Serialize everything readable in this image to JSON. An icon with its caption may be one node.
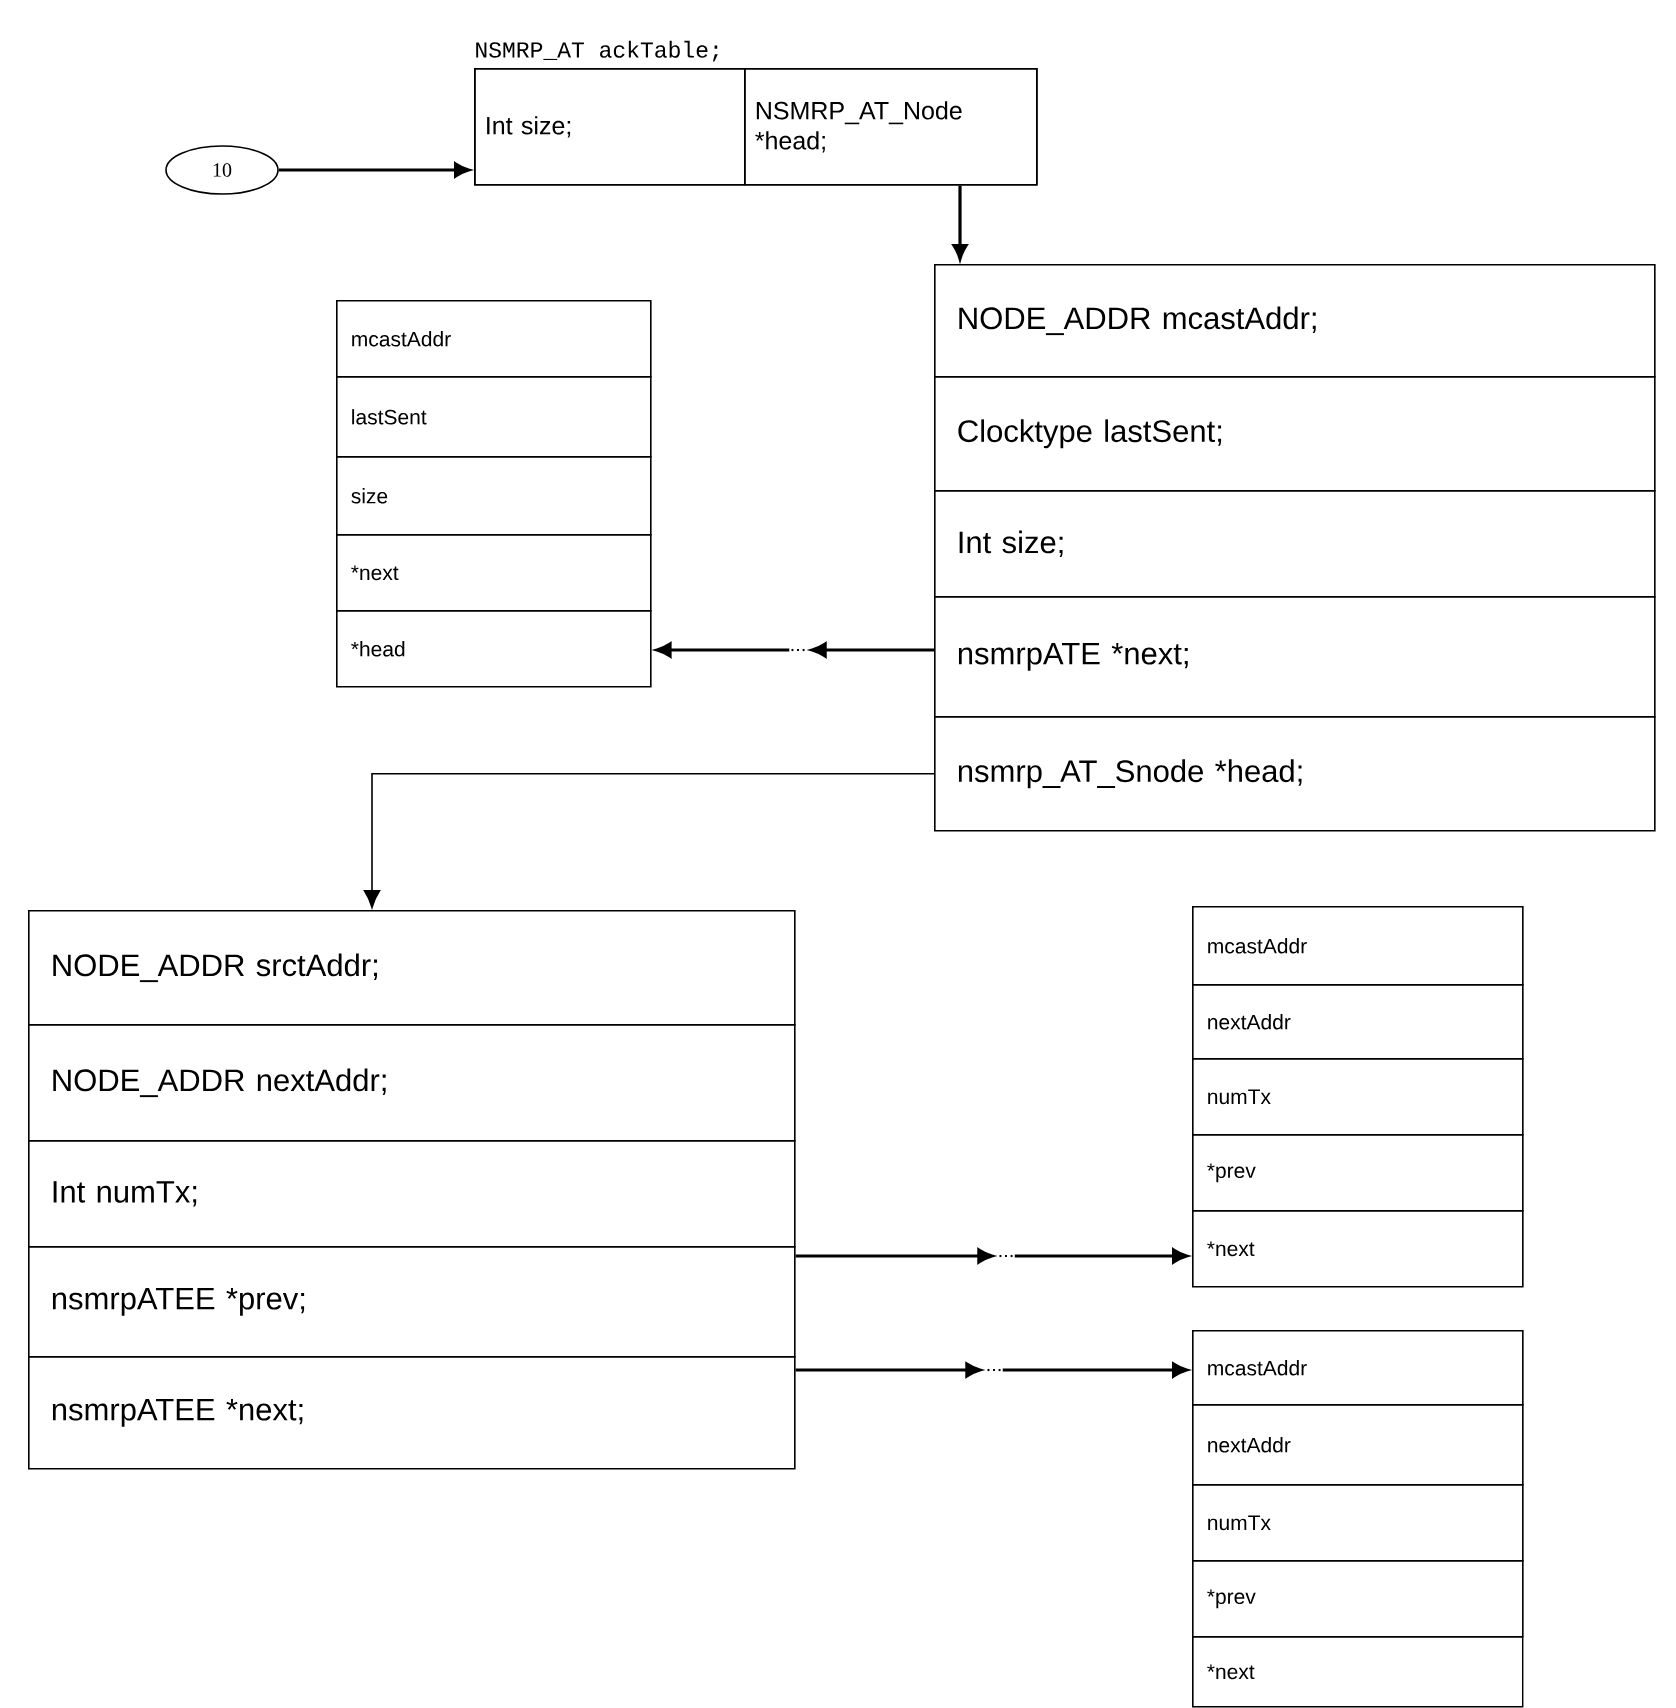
{
  "diagram": {
    "nodes": [
      {
        "text": [
          "10"
        ]
      },
      {
        "text": [
          "NSMRP_AT ackTable;"
        ]
      },
      {
        "text": [
          "Int size;"
        ],
        "in": 1
      },
      {
        "text": [
          "NSMRP_AT_Node *head;"
        ],
        "in": 1
      },
      {
        "text": [
          "NODE_ADDR mcastAddr;"
        ]
      },
      {
        "text": [
          "Clocktype lastSent;"
        ]
      },
      {
        "text": [
          "Int size;"
        ]
      },
      {
        "text": [
          "nsmrpATE *next;"
        ]
      },
      {
        "text": [
          "nsmrp_AT_Snode *head;"
        ]
      },
      {
        "text": [
          "mcastAddr"
        ]
      },
      {
        "text": [
          "lastSent"
        ]
      },
      {
        "text": [
          "size"
        ]
      },
      {
        "text": [
          "*next"
        ]
      },
      {
        "text": [
          "*head"
        ]
      },
      {
        "text": [
          "..."
        ]
      },
      {
        "text": [
          "NODE_ADDR srctAddr;"
        ]
      },
      {
        "text": [
          "NODE_ADDR nextAddr;"
        ]
      },
      {
        "text": [
          "Int numTx;"
        ]
      },
      {
        "text": [
          "nsmrpATEE *prev;"
        ]
      },
      {
        "text": [
          "nsmrpATEE *next;"
        ]
      },
      {
        "text": [
          "..."
        ]
      },
      {
        "text": [
          "..."
        ]
      },
      {
        "text": [
          "mcastAddr"
        ]
      },
      {
        "text": [
          "nextAddr"
        ]
      },
      {
        "text": [
          "numTx"
        ]
      },
      {
        "text": [
          "*prev"
        ]
      },
      {
        "text": [
          "*next"
        ]
      },
      {
        "text": [
          "mcastAddr"
        ]
      },
      {
        "text": [
          "nextAddr"
        ]
      },
      {
        "text": [
          "numTx"
        ]
      },
      {
        "text": [
          "*prev"
        ]
      },
      {
        "text": [
          "*next"
        ]
      }
    ],
    "edges": [
      {
        "from": 0,
        "to": 2,
        "arrow": "to"
      },
      {
        "from": 3,
        "to": 4,
        "arrow": "to"
      },
      {
        "from": 7,
        "to": 14,
        "arrow": "to"
      },
      {
        "from": 14,
        "to": 13,
        "arrow": "to"
      },
      {
        "from": 8,
        "to": 15,
        "arrow": "to"
      },
      {
        "from": 18,
        "to": 20,
        "arrow": "to"
      },
      {
        "from": 20,
        "to": 26,
        "arrow": "to"
      },
      {
        "from": 19,
        "to": 21,
        "arrow": "to"
      },
      {
        "from": 21,
        "to": 27,
        "arrow": "to"
      }
    ]
  }
}
